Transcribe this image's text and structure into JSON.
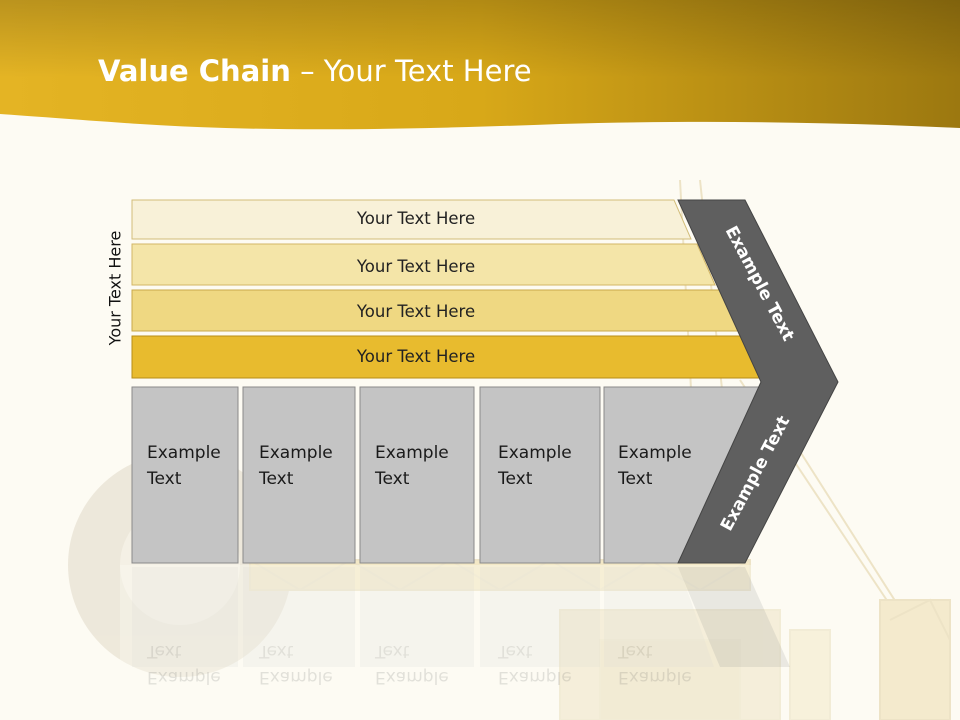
{
  "title": {
    "bold": "Value Chain",
    "rest": " – Your Text Here"
  },
  "side_label": "Your Text Here",
  "bars": [
    "Your Text Here",
    "Your Text Here",
    "Your Text Here",
    "Your Text Here"
  ],
  "boxes": [
    [
      "Example",
      "Text"
    ],
    [
      "Example",
      "Text"
    ],
    [
      "Example",
      "Text"
    ],
    [
      "Example",
      "Text"
    ],
    [
      "Example",
      "Text"
    ]
  ],
  "chevron": {
    "upper": "Example Text",
    "lower": "Example Text"
  },
  "colors": {
    "header_gold": "#d4a514",
    "bar_1": "#f8f1d8",
    "bar_2": "#f4e5a8",
    "bar_3": "#efd882",
    "bar_4": "#e8bb2e",
    "box_gray": "#c4c4c4",
    "chevron_dark": "#5f5f5f"
  }
}
